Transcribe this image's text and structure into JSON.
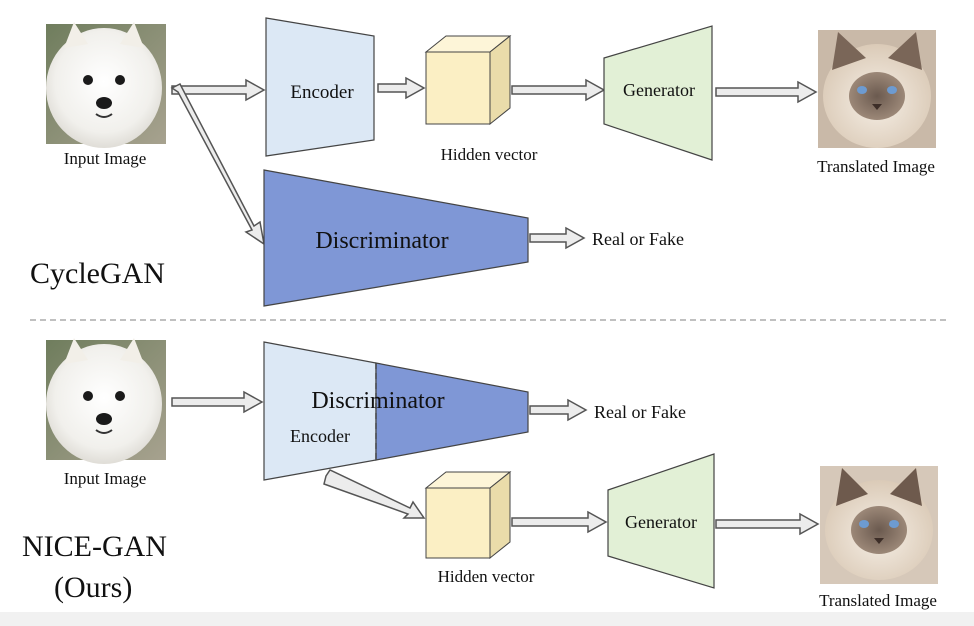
{
  "sections": {
    "cyclegan": {
      "title": "CycleGAN",
      "input_label": "Input Image",
      "encoder_label": "Encoder",
      "hidden_label": "Hidden vector",
      "generator_label": "Generator",
      "output_label": "Translated Image",
      "discriminator_label": "Discriminator",
      "real_fake_label": "Real or Fake"
    },
    "nicegan": {
      "title": "NICE-GAN",
      "subtitle": "(Ours)",
      "input_label": "Input Image",
      "discriminator_label": "Discriminator",
      "encoder_label": "Encoder",
      "real_fake_label": "Real or Fake",
      "hidden_label": "Hidden vector",
      "generator_label": "Generator",
      "output_label": "Translated Image"
    }
  },
  "colors": {
    "encoder_fill": "#dce8f5",
    "discriminator_fill": "#7f97d6",
    "generator_fill": "#e2f0d6",
    "hidden_cube": "#fbefc4",
    "arrow_fill": "#ececec",
    "divider": "#9a9a9a"
  },
  "icons": {
    "input_image": "white-samoyed-dog-photo",
    "output_image": "siamese-ragdoll-cat-photo"
  }
}
